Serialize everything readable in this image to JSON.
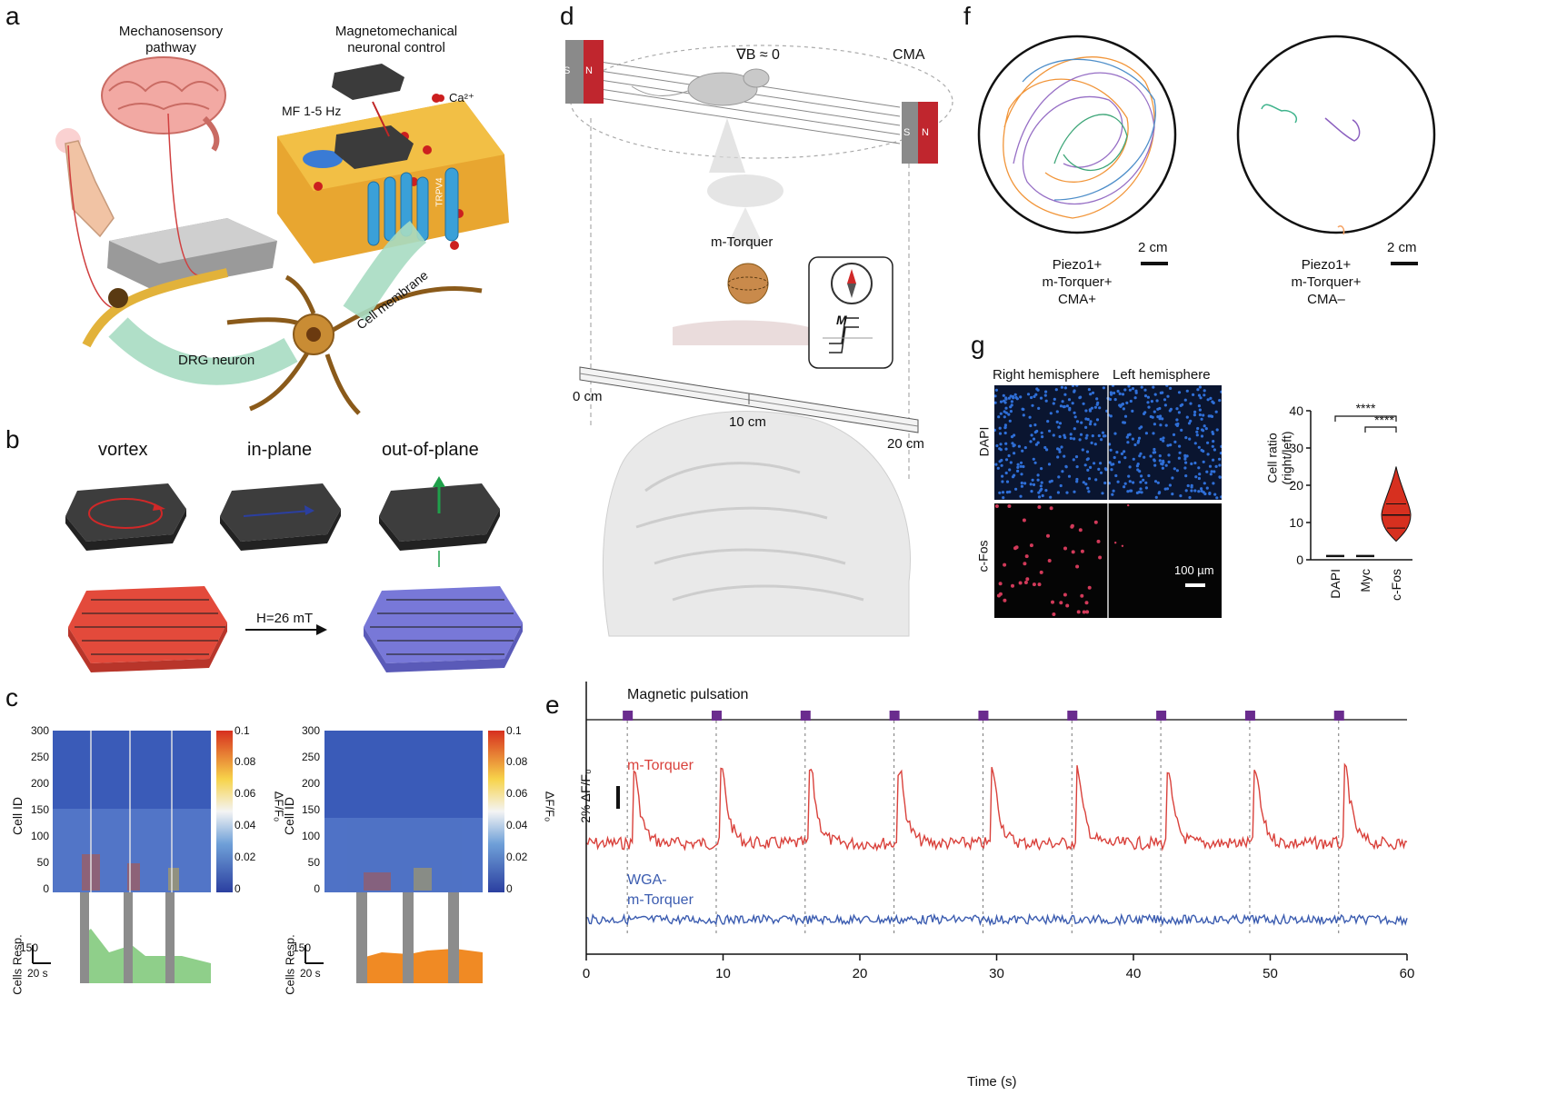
{
  "panels": {
    "a": {
      "label": "a",
      "mechano_title": [
        "Mechanosensory",
        "pathway"
      ],
      "magneto_title": [
        "Magnetomechanical",
        "neuronal control"
      ],
      "mf_label": "MF 1-5 Hz",
      "ca_label": "Ca²⁺",
      "trpv4": "TRPV4",
      "cell_membrane": "Cell membrane",
      "drg": "DRG neuron"
    },
    "b": {
      "label": "b",
      "states": [
        "vortex",
        "in-plane",
        "out-of-plane"
      ],
      "field": "H=26 mT"
    },
    "c": {
      "label": "c",
      "y_label": "Cell ID",
      "y_ticks": [
        "300",
        "250",
        "200",
        "150",
        "100",
        "50",
        "0"
      ],
      "colorbar_ticks": [
        "0.1",
        "0.08",
        "0.06",
        "0.04",
        "0.02",
        "0"
      ],
      "colorbar_label": "ΔF/F₀",
      "resp_label": "Cells Resp.",
      "resp_scale": "150",
      "time_scale": "20 s"
    },
    "d": {
      "label": "d",
      "gradient": "∇B ≈ 0",
      "cma": "CMA",
      "m_torquer": "m-Torquer",
      "m_label": "M",
      "magnet_poles_left": [
        "S",
        "N"
      ],
      "magnet_poles_right": [
        "S",
        "N"
      ],
      "ruler": [
        "0 cm",
        "10 cm",
        "20 cm"
      ]
    },
    "e": {
      "label": "e",
      "pulse_label": "Magnetic pulsation",
      "series1": "m-Torquer",
      "series2": [
        "WGA-",
        "m-Torquer"
      ],
      "scale": "2% ΔF/F₀",
      "xlabel": "Time (s)",
      "xticks": [
        "0",
        "10",
        "20",
        "30",
        "40",
        "50",
        "60"
      ]
    },
    "f": {
      "label": "f",
      "left_caption": [
        "Piezo1+",
        "m-Torquer+",
        "CMA+"
      ],
      "right_caption": [
        "Piezo1+",
        "m-Torquer+",
        "CMA–"
      ],
      "scale": "2 cm"
    },
    "g": {
      "label": "g",
      "col_titles": [
        "Right hemisphere",
        "Left hemisphere"
      ],
      "row_labels": [
        "DAPI",
        "c-Fos"
      ],
      "scalebar": "100 µm",
      "ylabel": [
        "Cell ratio",
        "(right/left)"
      ],
      "yticks": [
        "40",
        "30",
        "20",
        "10",
        "0"
      ],
      "categories": [
        "DAPI",
        "Myc",
        "c-Fos"
      ],
      "sig1": "****",
      "sig2": "****"
    }
  },
  "chart_data": [
    {
      "type": "line",
      "panel": "e",
      "xlabel": "Time (s)",
      "xlim": [
        0,
        60
      ],
      "pulse_times": [
        3,
        9.5,
        16,
        22.5,
        29,
        35.5,
        42,
        48.5,
        55
      ],
      "series": [
        {
          "name": "m-Torquer",
          "color": "#d9413b",
          "peak_times": [
            3.6,
            10,
            16.5,
            23,
            29.8,
            36,
            42.6,
            49,
            55.6
          ]
        },
        {
          "name": "WGA- m-Torquer",
          "color": "#3b5cb0"
        }
      ]
    },
    {
      "type": "violin",
      "panel": "g",
      "ylabel": "Cell ratio (right/left)",
      "ylim": [
        0,
        40
      ],
      "categories": [
        "DAPI",
        "Myc",
        "c-Fos"
      ],
      "values": [
        1,
        1,
        12
      ],
      "cfos_range": [
        5,
        25
      ]
    }
  ],
  "colors": {
    "heatmap_low": "#2b3fa0",
    "heatmap_high": "#d7301f",
    "resp_green": "#8fcf8a",
    "resp_orange": "#f08a24",
    "magnet_red": "#c0262e",
    "pulse_purple": "#6a2c8e"
  }
}
